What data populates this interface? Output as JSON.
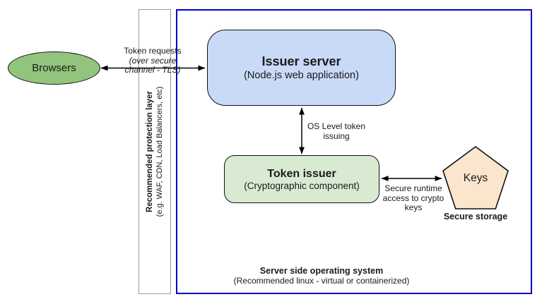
{
  "browsers": {
    "label": "Browsers"
  },
  "issuer_server": {
    "title": "Issuer server",
    "subtitle": "(Node.js web application)"
  },
  "token_issuer": {
    "title": "Token issuer",
    "subtitle": "(Cryptographic component)"
  },
  "keys": {
    "label": "Keys",
    "caption": "Secure storage"
  },
  "protection_layer": {
    "title": "Recommended protection layer",
    "subtitle": "(e.g. WAF, CDN, Load Balancers, etc)"
  },
  "os_box": {
    "title": "Server side operating system",
    "subtitle": "(Recommended linux - virtual or containerized)"
  },
  "edges": {
    "token_requests": {
      "line1": "Token requests",
      "line2": "(over secure",
      "line3": "channel - TLS)"
    },
    "os_level_token": {
      "line1": "OS Level token",
      "line2": "issuing"
    },
    "secure_runtime": {
      "line1": "Secure runtime",
      "line2": "access to crypto",
      "line3": "keys"
    }
  },
  "colors": {
    "browsers_fill": "#93c47d",
    "issuer_server_fill": "#c9daf8",
    "token_issuer_fill": "#d9ead3",
    "keys_fill": "#fce5cd",
    "os_box_border": "#0000cc",
    "protection_box_border": "#999999",
    "shape_border": "#111111",
    "arrow": "#000000"
  }
}
